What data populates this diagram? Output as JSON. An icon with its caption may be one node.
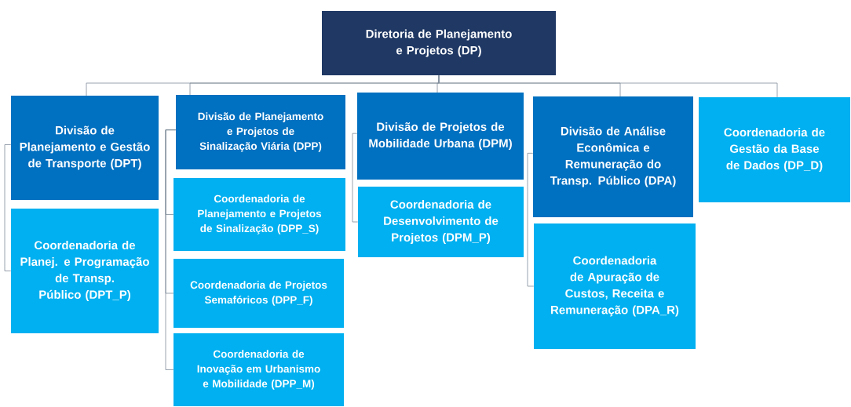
{
  "diagram": {
    "nodes": [
      {
        "text": [
          "Diretoria de Planejamento e Projetos (DP)"
        ]
      },
      {
        "text": [
          "Divisão de Planejamento e Gestão de Transporte (DPT)"
        ]
      },
      {
        "text": [
          "Coordenadoria de Planej. e Programação de Transp. Público (DPT_P)"
        ]
      },
      {
        "text": [
          "Divisão de Planejamento e Projetos de Sinalização Viária (DPP)"
        ]
      },
      {
        "text": [
          "Coordenadoria de Planejamento e Projetos de Sinalização (DPP_S)"
        ]
      },
      {
        "text": [
          "Coordenadoria de Projetos Semafóricos (DPP_F)"
        ]
      },
      {
        "text": [
          "Coordenadoria de Inovação em Urbanismo e Mobilidade (DPP_M)"
        ]
      },
      {
        "text": [
          "Divisão de Projetos de Mobilidade Urbana (DPM)"
        ]
      },
      {
        "text": [
          "Coordenadoria de Desenvolvimento de Projetos (DPM_P)"
        ]
      },
      {
        "text": [
          "Divisão de Análise Econômica e Remuneração do Transp. Público (DPA)"
        ]
      },
      {
        "text": [
          "Coordenadoria de Apuração de Custos, Receita e Remuneração (DPA_R)"
        ]
      },
      {
        "text": [
          "Coordenadoria de Gestão da Base de Dados (DP_D)"
        ]
      }
    ],
    "edges": [
      {
        "from": 0,
        "to": 1,
        "arrow": "none"
      },
      {
        "from": 0,
        "to": 3,
        "arrow": "none"
      },
      {
        "from": 0,
        "to": 7,
        "arrow": "none"
      },
      {
        "from": 0,
        "to": 9,
        "arrow": "none"
      },
      {
        "from": 0,
        "to": 11,
        "arrow": "none"
      },
      {
        "from": 1,
        "to": 2,
        "arrow": "none"
      },
      {
        "from": 3,
        "to": 4,
        "arrow": "none"
      },
      {
        "from": 3,
        "to": 5,
        "arrow": "none"
      },
      {
        "from": 3,
        "to": 6,
        "arrow": "none"
      },
      {
        "from": 7,
        "to": 8,
        "arrow": "none"
      },
      {
        "from": 9,
        "to": 10,
        "arrow": "none"
      }
    ]
  }
}
